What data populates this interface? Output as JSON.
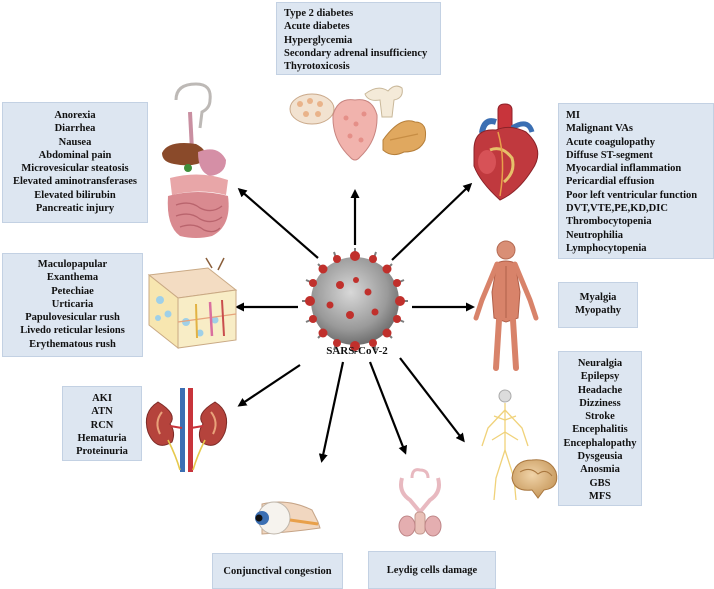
{
  "center": {
    "label": "SARS-CoV-2",
    "icon": "coronavirus-icon"
  },
  "endocrine": {
    "items": [
      "Type 2 diabetes",
      "Acute diabetes",
      "Hyperglycemia",
      "Secondary adrenal insufficiency",
      "Thyrotoxicosis"
    ],
    "icon": "endocrine-glands-icon"
  },
  "digestive": {
    "items": [
      "Anorexia",
      "Diarrhea",
      "Nausea",
      "Abdominal pain",
      "Microvesicular steatosis",
      "Elevated aminotransferases",
      "Elevated bilirubin",
      "Pancreatic injury"
    ],
    "icon": "digestive-system-icon"
  },
  "cardiovascular": {
    "items": [
      "MI",
      "Malignant VAs",
      "Acute coagulopathy",
      "Diffuse ST-segment",
      "Myocardial inflammation",
      "Pericardial effusion",
      "Poor left ventricular function",
      "DVT,VTE,PE,KD,DIC",
      "Thrombocytopenia",
      "Neutrophilia",
      "Lymphocytopenia"
    ],
    "icon": "heart-icon"
  },
  "skin": {
    "items": [
      "Maculopapular",
      "Exanthema",
      "Petechiae",
      "Urticaria",
      "Papulovesicular rush",
      "Livedo reticular lesions",
      "Erythematous rush"
    ],
    "icon": "skin-layers-icon"
  },
  "muscle": {
    "items": [
      "Myalgia",
      "Myopathy"
    ],
    "icon": "muscular-body-icon"
  },
  "renal": {
    "items": [
      "AKI",
      "ATN",
      "RCN",
      "Hematuria",
      "Proteinuria"
    ],
    "icon": "kidneys-icon"
  },
  "nervous": {
    "items": [
      "Neuralgia",
      "Epilepsy",
      "Headache",
      "Dizziness",
      "Stroke",
      "Encephalitis",
      "Encephalopathy",
      "Dysgeusia",
      "Anosmia",
      "GBS",
      "MFS"
    ],
    "icon": "nervous-system-icon"
  },
  "eye": {
    "items": [
      "Conjunctival congestion"
    ],
    "icon": "eye-icon"
  },
  "reproductive": {
    "items": [
      "Leydig cells damage"
    ],
    "icon": "male-reproductive-icon"
  },
  "colors": {
    "box_fill": "#dde6f1",
    "box_border": "#c3d1e3",
    "arrow": "#000000",
    "virus_body": "#9a9a9a",
    "virus_spike": "#c0302c"
  }
}
